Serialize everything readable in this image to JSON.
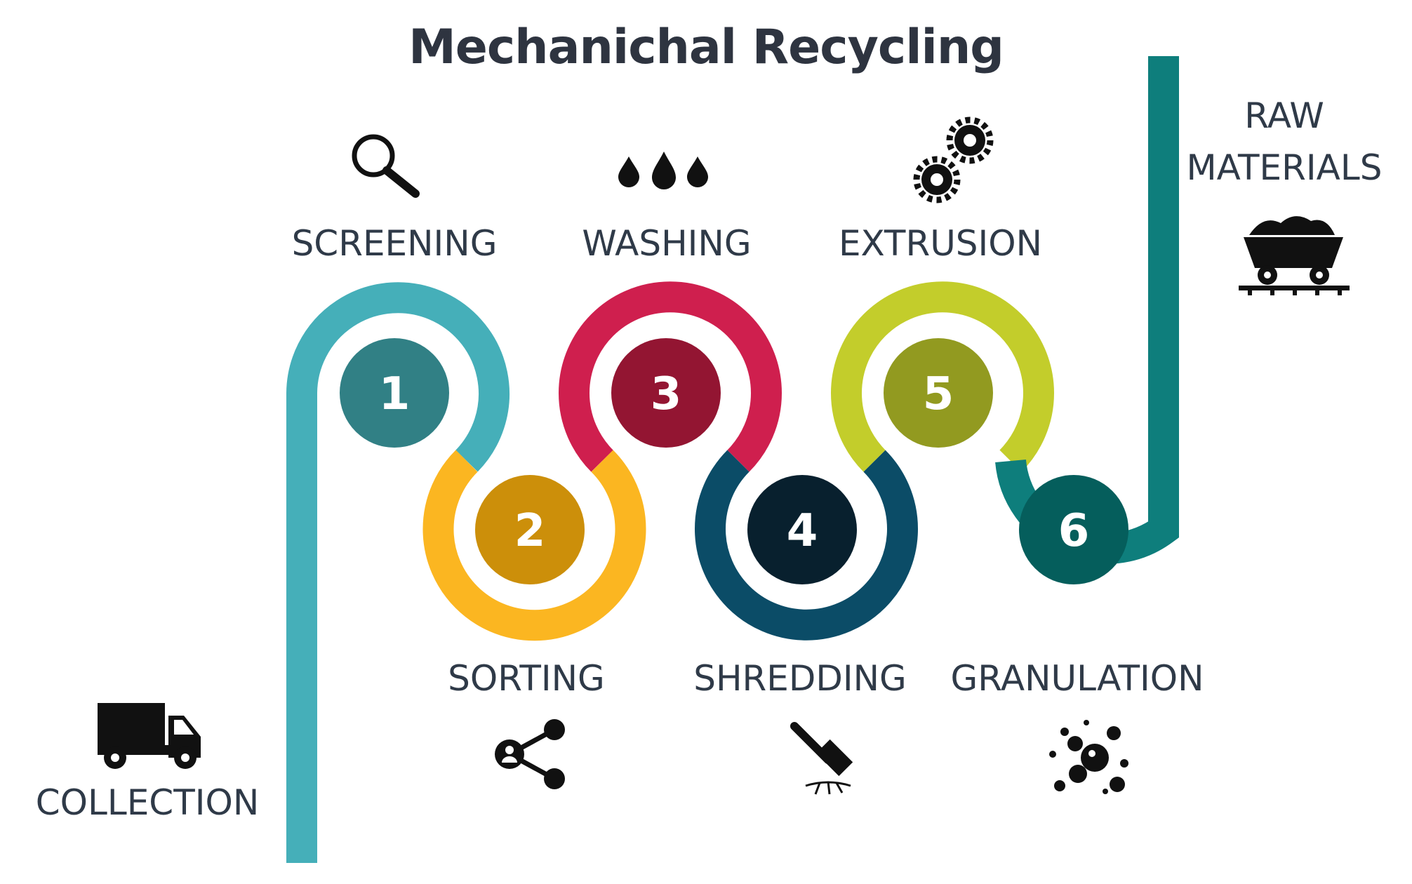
{
  "title": "Mechanichal Recycling",
  "start": {
    "label": "COLLECTION",
    "icon": "truck-icon"
  },
  "end": {
    "label_line1": "RAW",
    "label_line2": "MATERIALS",
    "icon": "mine-cart-icon"
  },
  "steps": [
    {
      "number": "1",
      "label": "SCREENING",
      "icon": "magnifier-icon",
      "ring_color": "#45afb9",
      "circle_color": "#318085"
    },
    {
      "number": "2",
      "label": "SORTING",
      "icon": "share-network-icon",
      "ring_color": "#fbb621",
      "circle_color": "#cc8f0a"
    },
    {
      "number": "3",
      "label": "WASHING",
      "icon": "water-drops-icon",
      "ring_color": "#cf1f4e",
      "circle_color": "#931532"
    },
    {
      "number": "4",
      "label": "SHREDDING",
      "icon": "hammer-icon",
      "ring_color": "#0b4c67",
      "circle_color": "#08202e"
    },
    {
      "number": "5",
      "label": "EXTRUSION",
      "icon": "gears-icon",
      "ring_color": "#c3cd2b",
      "circle_color": "#929a20"
    },
    {
      "number": "6",
      "label": "GRANULATION",
      "icon": "granules-icon",
      "ring_color": "#0e7e7c",
      "circle_color": "#055e5c"
    }
  ]
}
